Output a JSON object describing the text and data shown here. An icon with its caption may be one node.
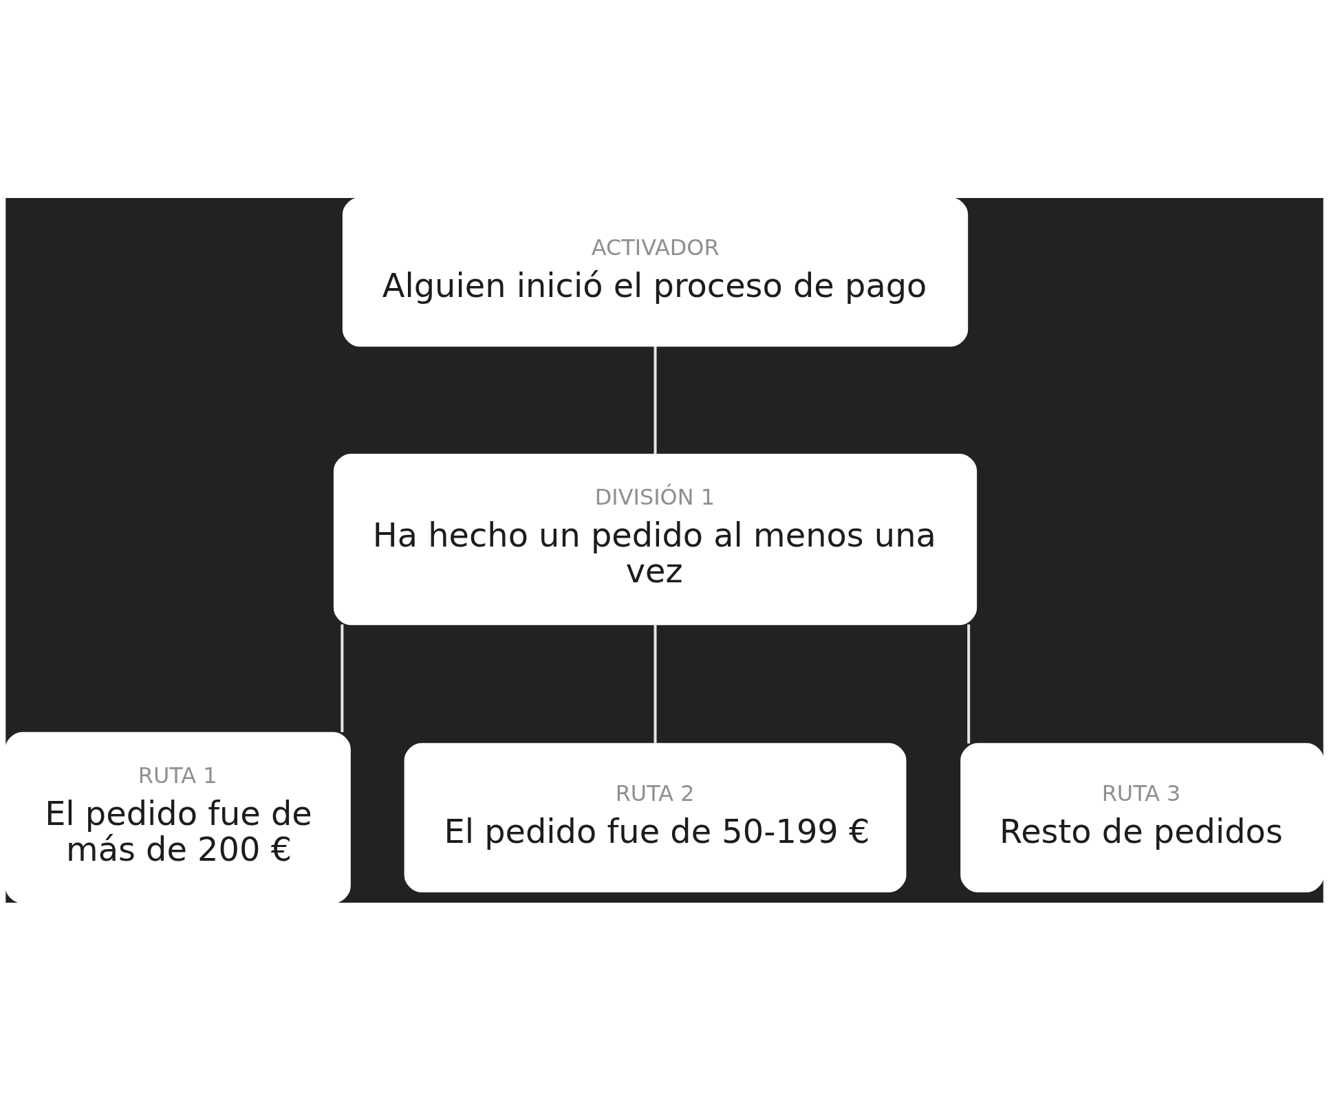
{
  "diagram": {
    "nodes": [
      {
        "text": [
          "ACTIVADOR",
          "Alguien inició el proceso de pago"
        ]
      },
      {
        "text": [
          "DIVISIÓN 1",
          "Ha hecho un pedido al menos una vez"
        ]
      },
      {
        "text": [
          "RUTA 1",
          "El pedido fue de más de 200 €"
        ]
      },
      {
        "text": [
          "RUTA 2",
          "El pedido fue de 50-199 €"
        ]
      },
      {
        "text": [
          "RUTA 3",
          "Resto de pedidos"
        ]
      }
    ],
    "edges": [
      {
        "from": 0,
        "to": 1,
        "arrow": "none"
      },
      {
        "from": 1,
        "to": 2,
        "arrow": "none"
      },
      {
        "from": 1,
        "to": 3,
        "arrow": "none"
      },
      {
        "from": 1,
        "to": 4,
        "arrow": "none"
      }
    ]
  }
}
